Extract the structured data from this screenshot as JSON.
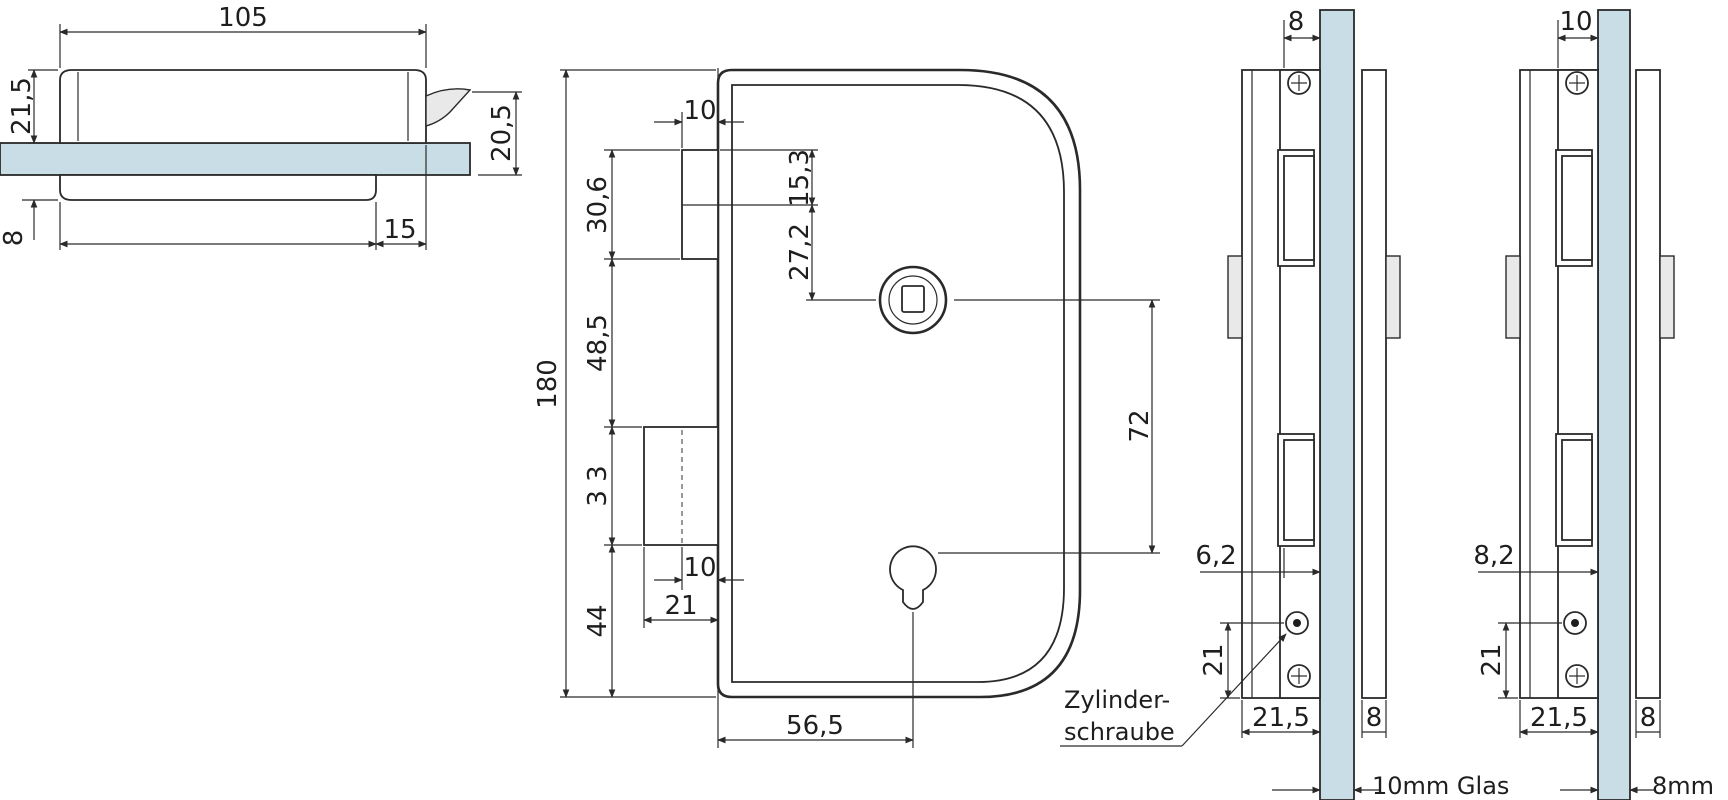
{
  "top_view": {
    "dim_width": "105",
    "dim_height": "21,5",
    "dim_right": "20,5",
    "dim_bottom": "8",
    "dim_offset": "15"
  },
  "front_view": {
    "dim_height": "180",
    "dim_top_offset": "10",
    "dim_latch": "30,6",
    "dim_latch_half": "15,3",
    "dim_to_knob": "27,2",
    "dim_gap": "48,5",
    "dim_bolt": "3 3",
    "dim_bottom": "44",
    "dim_bolt_offset": "10",
    "dim_bolt_width": "21",
    "dim_center_distance": "72",
    "dim_backset": "56,5"
  },
  "side_view_10": {
    "dim_top": "8",
    "dim_gap": "6,2",
    "dim_screw": "21",
    "dim_body": "21,5",
    "dim_plate": "8",
    "glass_label": "10mm Glas"
  },
  "side_view_8": {
    "dim_top": "10",
    "dim_gap": "8,2",
    "dim_screw": "21",
    "dim_body": "21,5",
    "dim_plate": "8",
    "glass_label": "8mm"
  },
  "callout": {
    "line1": "Zylinder-",
    "line2": "schraube"
  },
  "colors": {
    "glass": "#c9dde6",
    "line": "#2a2a2a"
  }
}
